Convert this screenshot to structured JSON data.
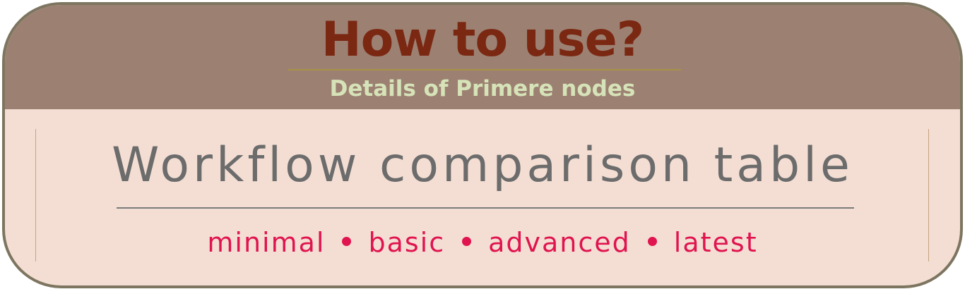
{
  "header": {
    "title": "How to use?",
    "subtitle": "Details of Primere nodes"
  },
  "main": {
    "heading": "Workflow comparison table",
    "variants": [
      "minimal",
      "basic",
      "advanced",
      "latest"
    ]
  },
  "colors": {
    "frame": "#7d7560",
    "top_band": "#9c8172",
    "body": "#f4ded3",
    "title": "#7b2813",
    "subtitle": "#d6e3b8",
    "heading": "#6c6c6c",
    "variants": "#e0144f"
  }
}
